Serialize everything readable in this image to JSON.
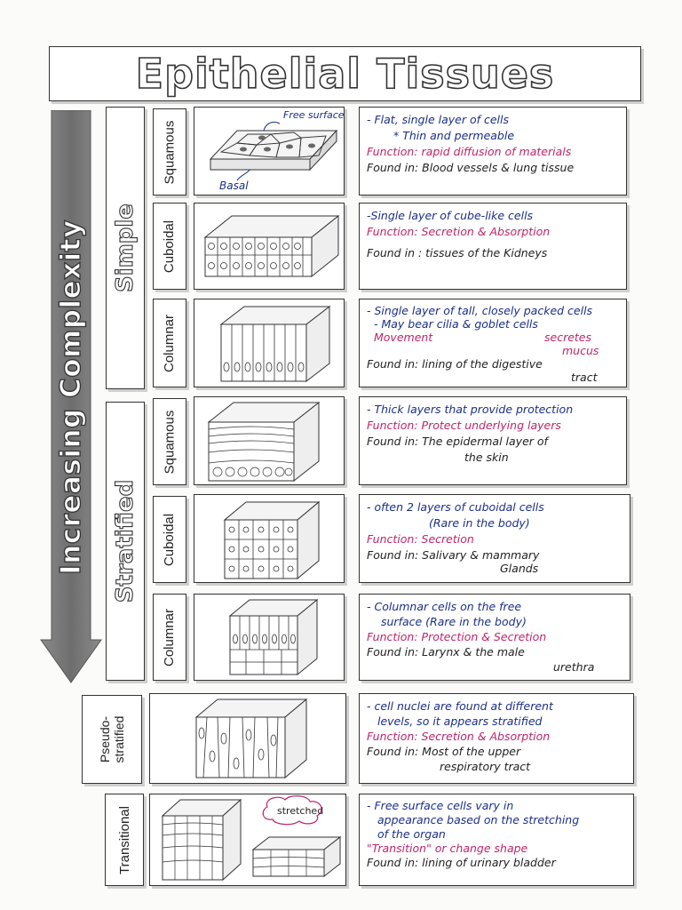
{
  "title": "Epithelial Tissues",
  "axis_label": "Increasing Complexity",
  "categories": {
    "simple": "Simple",
    "stratified": "Stratified",
    "pseudostratified": "Pseudo-stratified",
    "transitional": "Transitional"
  },
  "rows": [
    {
      "shape": "Squamous",
      "diagram_labels": {
        "free_surface": "Free surface",
        "basal": "Basal"
      },
      "notes": {
        "line1": "- Flat, single layer of cells",
        "line2": "* Thin and permeable",
        "function": "Function: rapid diffusion of materials",
        "found": "Found in: Blood vessels & lung tissue"
      }
    },
    {
      "shape": "Cuboidal",
      "notes": {
        "line1": "-Single layer of cube-like cells",
        "function": "Function: Secretion & Absorption",
        "found": "Found in : tissues of the Kidneys"
      }
    },
    {
      "shape": "Columnar",
      "notes": {
        "line1": "- Single layer of tall, closely packed cells",
        "line2": "- May bear cilia & goblet cells",
        "movement": "Movement",
        "secretes": "secretes",
        "mucus": "mucus",
        "found": "Found in: lining of the digestive",
        "found2": "tract"
      }
    },
    {
      "shape": "Squamous",
      "notes": {
        "line1": "- Thick layers that provide protection",
        "function": "Function: Protect underlying layers",
        "found": "Found in: The epidermal layer of",
        "found2": "the skin"
      }
    },
    {
      "shape": "Cuboidal",
      "notes": {
        "line1": "- often 2 layers of cuboidal cells",
        "line2": "(Rare in the body)",
        "function": "Function: Secretion",
        "found": "Found in: Salivary & mammary",
        "found2": "Glands"
      }
    },
    {
      "shape": "Columnar",
      "notes": {
        "line1": "- Columnar cells on the free",
        "line2": "surface   (Rare in the body)",
        "function": "Function: Protection & Secretion",
        "found": "Found in: Larynx & the male",
        "found2": "urethra"
      }
    },
    {
      "notes": {
        "line1": "- cell nuclei are found at different",
        "line2": "levels, so it appears stratified",
        "function": "Function: Secretion & Absorption",
        "found": "Found in: Most of the upper",
        "found2": "respiratory tract"
      }
    },
    {
      "diagram_labels": {
        "stretched": "stretched"
      },
      "notes": {
        "line1": "- Free surface cells vary in",
        "line2": "appearance based on the stretching",
        "line3": "of the organ",
        "line4": "\"Transition\" or change shape",
        "found": "Found in: lining of urinary bladder"
      }
    }
  ]
}
